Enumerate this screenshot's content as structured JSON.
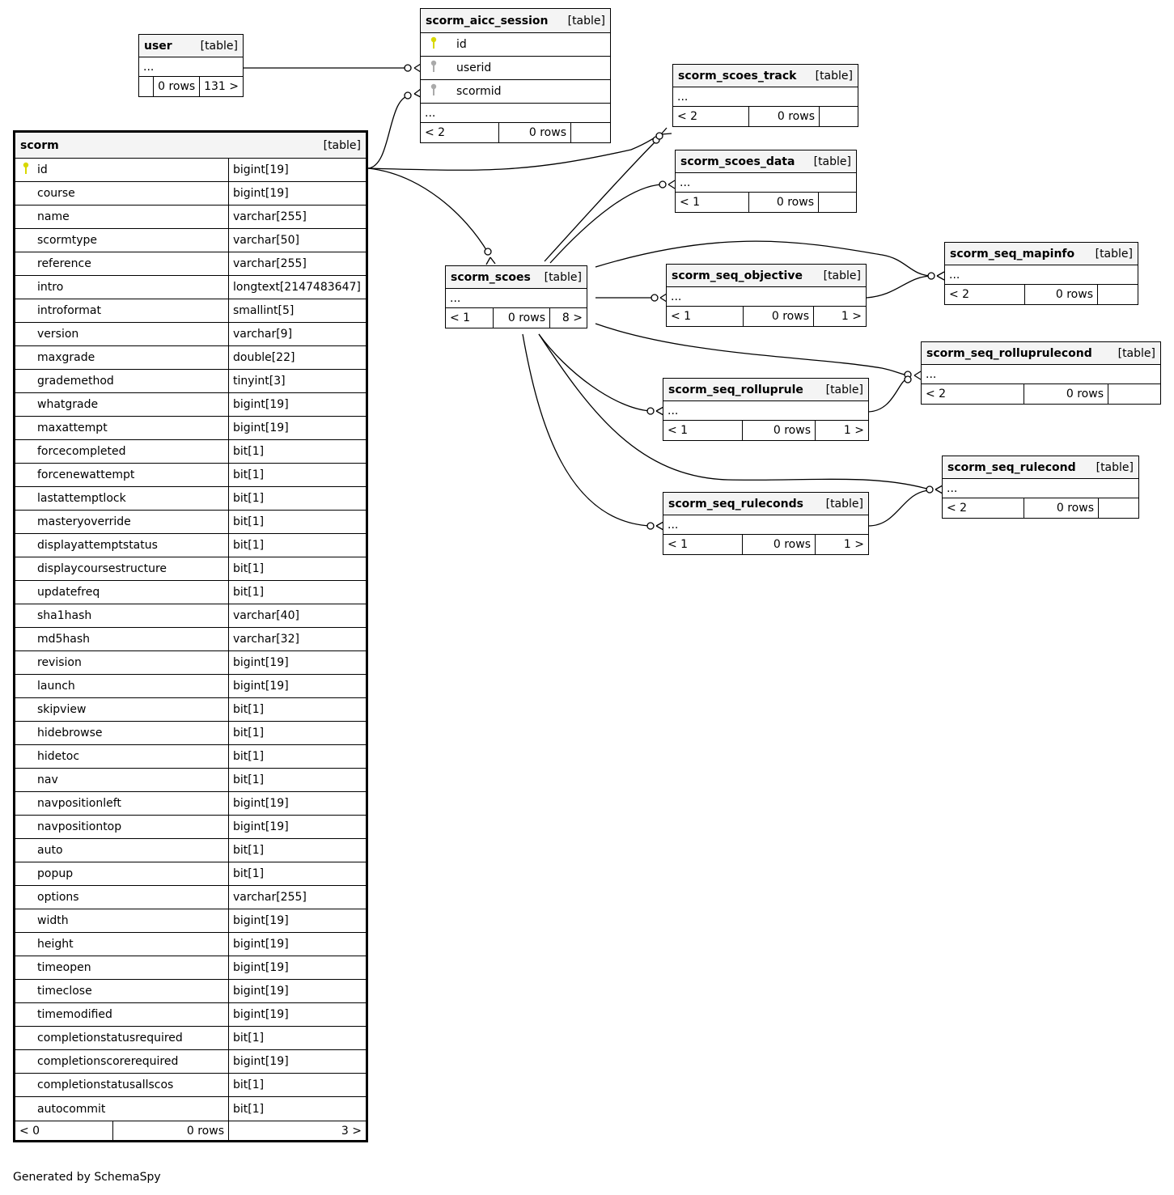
{
  "diagram": {
    "footer": "Generated by SchemaSpy",
    "colors": {
      "primary_key": "#d8d800",
      "foreign_key": "#aaaaaa",
      "header_bg": "#f4f4f4"
    },
    "tables": {
      "user": {
        "name": "user",
        "kind": "[table]",
        "ellipsis": "...",
        "stats": [
          "",
          "0 rows",
          "131 >"
        ]
      },
      "scorm_aicc_session": {
        "name": "scorm_aicc_session",
        "kind": "[table]",
        "columns": [
          {
            "name": "id",
            "icon": "primary-key-icon"
          },
          {
            "name": "userid",
            "icon": "foreign-key-icon"
          },
          {
            "name": "scormid",
            "icon": "foreign-key-icon"
          }
        ],
        "ellipsis": "...",
        "stats": [
          "< 2",
          "0 rows",
          ""
        ]
      },
      "scorm_scoes_track": {
        "name": "scorm_scoes_track",
        "kind": "[table]",
        "ellipsis": "...",
        "stats": [
          "< 2",
          "0 rows",
          ""
        ]
      },
      "scorm_scoes_data": {
        "name": "scorm_scoes_data",
        "kind": "[table]",
        "ellipsis": "...",
        "stats": [
          "< 1",
          "0 rows",
          ""
        ]
      },
      "scorm_scoes": {
        "name": "scorm_scoes",
        "kind": "[table]",
        "ellipsis": "...",
        "stats": [
          "< 1",
          "0 rows",
          "8 >"
        ]
      },
      "scorm_seq_mapinfo": {
        "name": "scorm_seq_mapinfo",
        "kind": "[table]",
        "ellipsis": "...",
        "stats": [
          "< 2",
          "0 rows",
          ""
        ]
      },
      "scorm_seq_objective": {
        "name": "scorm_seq_objective",
        "kind": "[table]",
        "ellipsis": "...",
        "stats": [
          "< 1",
          "0 rows",
          "1 >"
        ]
      },
      "scorm_seq_rolluprulecond": {
        "name": "scorm_seq_rolluprulecond",
        "kind": "[table]",
        "ellipsis": "...",
        "stats": [
          "< 2",
          "0 rows",
          ""
        ]
      },
      "scorm_seq_rolluprule": {
        "name": "scorm_seq_rolluprule",
        "kind": "[table]",
        "ellipsis": "...",
        "stats": [
          "< 1",
          "0 rows",
          "1 >"
        ]
      },
      "scorm_seq_rulecond": {
        "name": "scorm_seq_rulecond",
        "kind": "[table]",
        "ellipsis": "...",
        "stats": [
          "< 2",
          "0 rows",
          ""
        ]
      },
      "scorm_seq_ruleconds": {
        "name": "scorm_seq_ruleconds",
        "kind": "[table]",
        "ellipsis": "...",
        "stats": [
          "< 1",
          "0 rows",
          "1 >"
        ]
      },
      "scorm": {
        "name": "scorm",
        "kind": "[table]",
        "columns": [
          {
            "name": "id",
            "type": "bigint[19]",
            "icon": "primary-key-icon"
          },
          {
            "name": "course",
            "type": "bigint[19]"
          },
          {
            "name": "name",
            "type": "varchar[255]"
          },
          {
            "name": "scormtype",
            "type": "varchar[50]"
          },
          {
            "name": "reference",
            "type": "varchar[255]"
          },
          {
            "name": "intro",
            "type": "longtext[2147483647]"
          },
          {
            "name": "introformat",
            "type": "smallint[5]"
          },
          {
            "name": "version",
            "type": "varchar[9]"
          },
          {
            "name": "maxgrade",
            "type": "double[22]"
          },
          {
            "name": "grademethod",
            "type": "tinyint[3]"
          },
          {
            "name": "whatgrade",
            "type": "bigint[19]"
          },
          {
            "name": "maxattempt",
            "type": "bigint[19]"
          },
          {
            "name": "forcecompleted",
            "type": "bit[1]"
          },
          {
            "name": "forcenewattempt",
            "type": "bit[1]"
          },
          {
            "name": "lastattemptlock",
            "type": "bit[1]"
          },
          {
            "name": "masteryoverride",
            "type": "bit[1]"
          },
          {
            "name": "displayattemptstatus",
            "type": "bit[1]"
          },
          {
            "name": "displaycoursestructure",
            "type": "bit[1]"
          },
          {
            "name": "updatefreq",
            "type": "bit[1]"
          },
          {
            "name": "sha1hash",
            "type": "varchar[40]"
          },
          {
            "name": "md5hash",
            "type": "varchar[32]"
          },
          {
            "name": "revision",
            "type": "bigint[19]"
          },
          {
            "name": "launch",
            "type": "bigint[19]"
          },
          {
            "name": "skipview",
            "type": "bit[1]"
          },
          {
            "name": "hidebrowse",
            "type": "bit[1]"
          },
          {
            "name": "hidetoc",
            "type": "bit[1]"
          },
          {
            "name": "nav",
            "type": "bit[1]"
          },
          {
            "name": "navpositionleft",
            "type": "bigint[19]"
          },
          {
            "name": "navpositiontop",
            "type": "bigint[19]"
          },
          {
            "name": "auto",
            "type": "bit[1]"
          },
          {
            "name": "popup",
            "type": "bit[1]"
          },
          {
            "name": "options",
            "type": "varchar[255]"
          },
          {
            "name": "width",
            "type": "bigint[19]"
          },
          {
            "name": "height",
            "type": "bigint[19]"
          },
          {
            "name": "timeopen",
            "type": "bigint[19]"
          },
          {
            "name": "timeclose",
            "type": "bigint[19]"
          },
          {
            "name": "timemodified",
            "type": "bigint[19]"
          },
          {
            "name": "completionstatusrequired",
            "type": "bit[1]"
          },
          {
            "name": "completionscorerequired",
            "type": "bigint[19]"
          },
          {
            "name": "completionstatusallscos",
            "type": "bit[1]"
          },
          {
            "name": "autocommit",
            "type": "bit[1]"
          }
        ],
        "stats": [
          "< 0",
          "0 rows",
          "3 >"
        ]
      }
    }
  }
}
